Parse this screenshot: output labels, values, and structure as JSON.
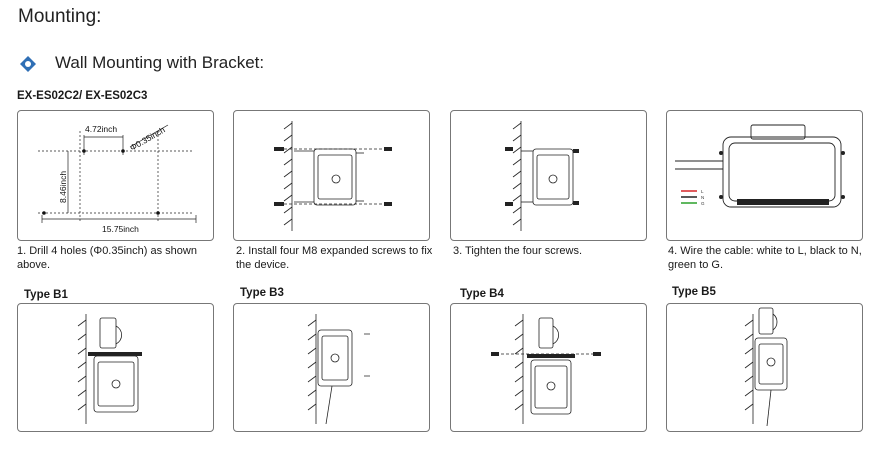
{
  "header": {
    "title": "Mounting:",
    "section": "Wall Mounting with Bracket:",
    "model": "EX-ES02C2/ EX-ES02C3"
  },
  "dimensions": {
    "d1": "4.72inch",
    "d2": "Φ0.35inch",
    "d3": "8.46inch",
    "d4": "15.75inch"
  },
  "wiring_legend": [
    "L",
    "N",
    "G"
  ],
  "wire_colors": {
    "L": "#d62728",
    "N": "#222222",
    "G": "#2ca02c"
  },
  "steps": [
    {
      "text": "1. Drill 4 holes (Φ0.35inch) as shown above."
    },
    {
      "text": "2. Install four M8 expanded screws to fix the device."
    },
    {
      "text": "3. Tighten the four screws."
    },
    {
      "text": "4. Wire the cable: white to L, black to N, green to G."
    }
  ],
  "types": [
    {
      "label": "Type B1"
    },
    {
      "label": "Type B3"
    },
    {
      "label": "Type B4"
    },
    {
      "label": "Type B5"
    }
  ],
  "accent_color": "#2f6fb5"
}
